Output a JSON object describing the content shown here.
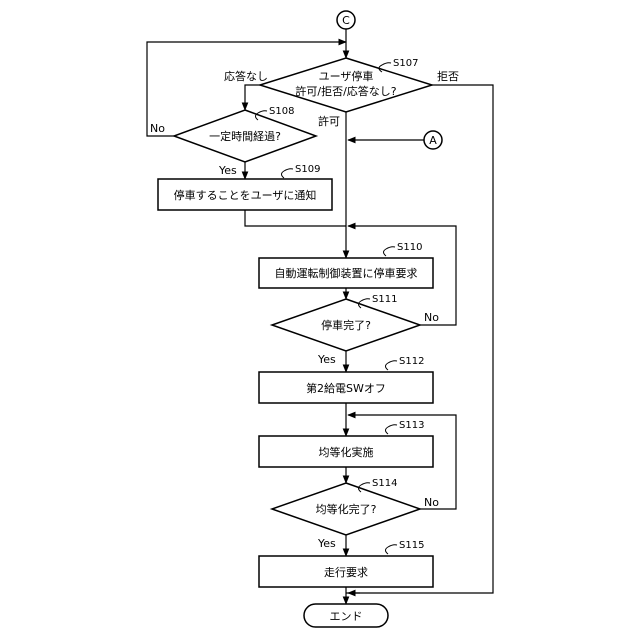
{
  "connectors": {
    "top": "C",
    "side": "A"
  },
  "steps": {
    "s107": {
      "id": "S107",
      "lines": [
        "ユーザ停車",
        "許可/拒否/応答なし?"
      ]
    },
    "s108": {
      "id": "S108",
      "text": "一定時間経過?"
    },
    "s109": {
      "id": "S109",
      "text": "停車することをユーザに通知"
    },
    "s110": {
      "id": "S110",
      "text": "自動運転制御装置に停車要求"
    },
    "s111": {
      "id": "S111",
      "text": "停車完了?"
    },
    "s112": {
      "id": "S112",
      "text": "第2給電SWオフ"
    },
    "s113": {
      "id": "S113",
      "text": "均等化実施"
    },
    "s114": {
      "id": "S114",
      "text": "均等化完了?"
    },
    "s115": {
      "id": "S115",
      "text": "走行要求"
    }
  },
  "terminal": {
    "end": "エンド"
  },
  "edge_labels": {
    "no_response": "応答なし",
    "reject": "拒否",
    "permit": "許可",
    "s108_no": "No",
    "s108_yes": "Yes",
    "s111_no": "No",
    "s111_yes": "Yes",
    "s114_no": "No",
    "s114_yes": "Yes"
  }
}
